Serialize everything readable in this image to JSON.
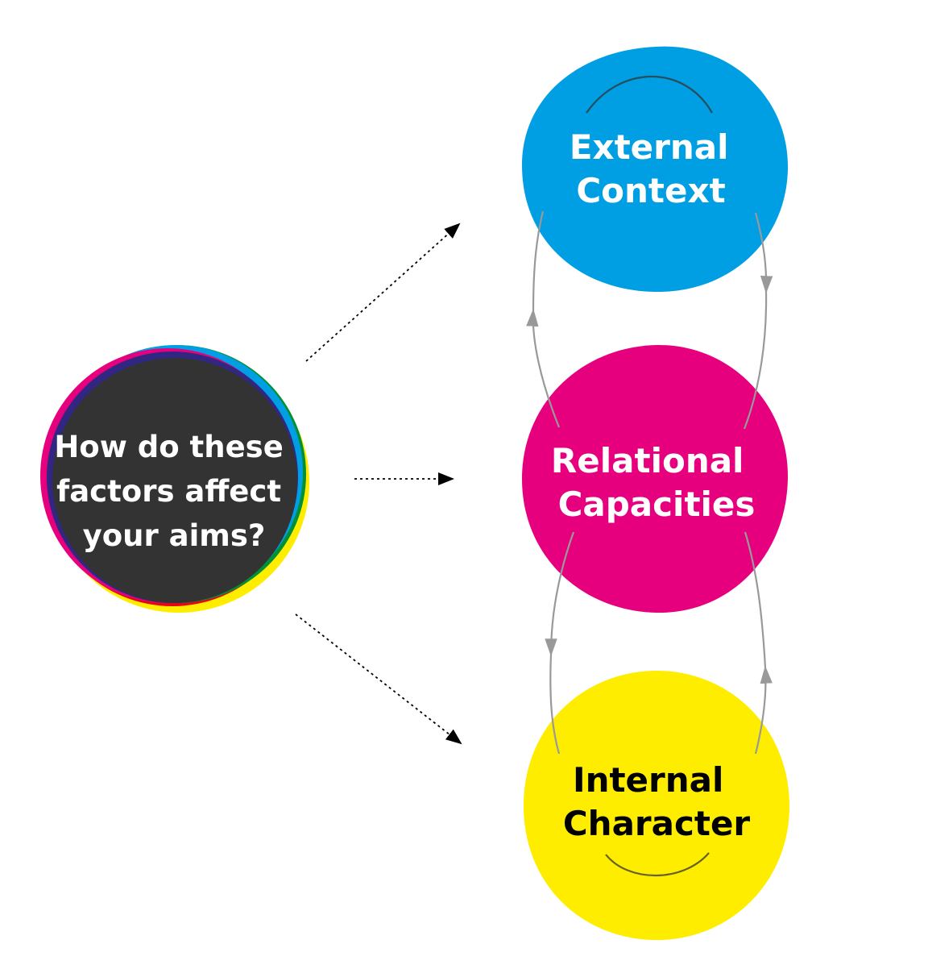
{
  "center": {
    "lines": [
      "How do these",
      "factors affect",
      "your aims?"
    ],
    "fill": "#333333",
    "text_color": "#ffffff",
    "ring_colors": [
      "#e6007e",
      "#009fe3",
      "#009036",
      "#ffed00",
      "#e30613",
      "#312783"
    ]
  },
  "nodes": [
    {
      "id": "external",
      "lines": [
        "External",
        "Context"
      ],
      "fill": "#009fe3",
      "text_color": "#ffffff"
    },
    {
      "id": "relational",
      "lines": [
        "Relational",
        "Capacities"
      ],
      "fill": "#e6007e",
      "text_color": "#ffffff"
    },
    {
      "id": "internal",
      "lines": [
        "Internal",
        "Character"
      ],
      "fill": "#ffed00",
      "text_color": "#000000"
    }
  ],
  "connector_color": "#999999",
  "arrow_color": "#000000"
}
